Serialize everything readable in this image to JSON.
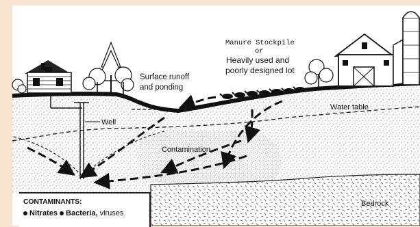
{
  "labels": {
    "manure_line1": "Manure Stockpile",
    "manure_line2": "or",
    "manure_line3": "Heavily used and",
    "manure_line4": "poorly designed lot",
    "runoff_line1": "Surface runoff",
    "runoff_line2": "and ponding",
    "water_table": "Water table",
    "well": "Well",
    "contamination": "Contamination",
    "bedrock": "Bedrock"
  },
  "legend": {
    "title": "CONTAMINANTS:",
    "item1": "Nitrates",
    "item2": "Bacteria,",
    "item3": "viruses"
  },
  "colors": {
    "background": "#f6e2cd",
    "ink": "#111111",
    "soil_stipple": "#444444",
    "paper": "#ffffff"
  }
}
